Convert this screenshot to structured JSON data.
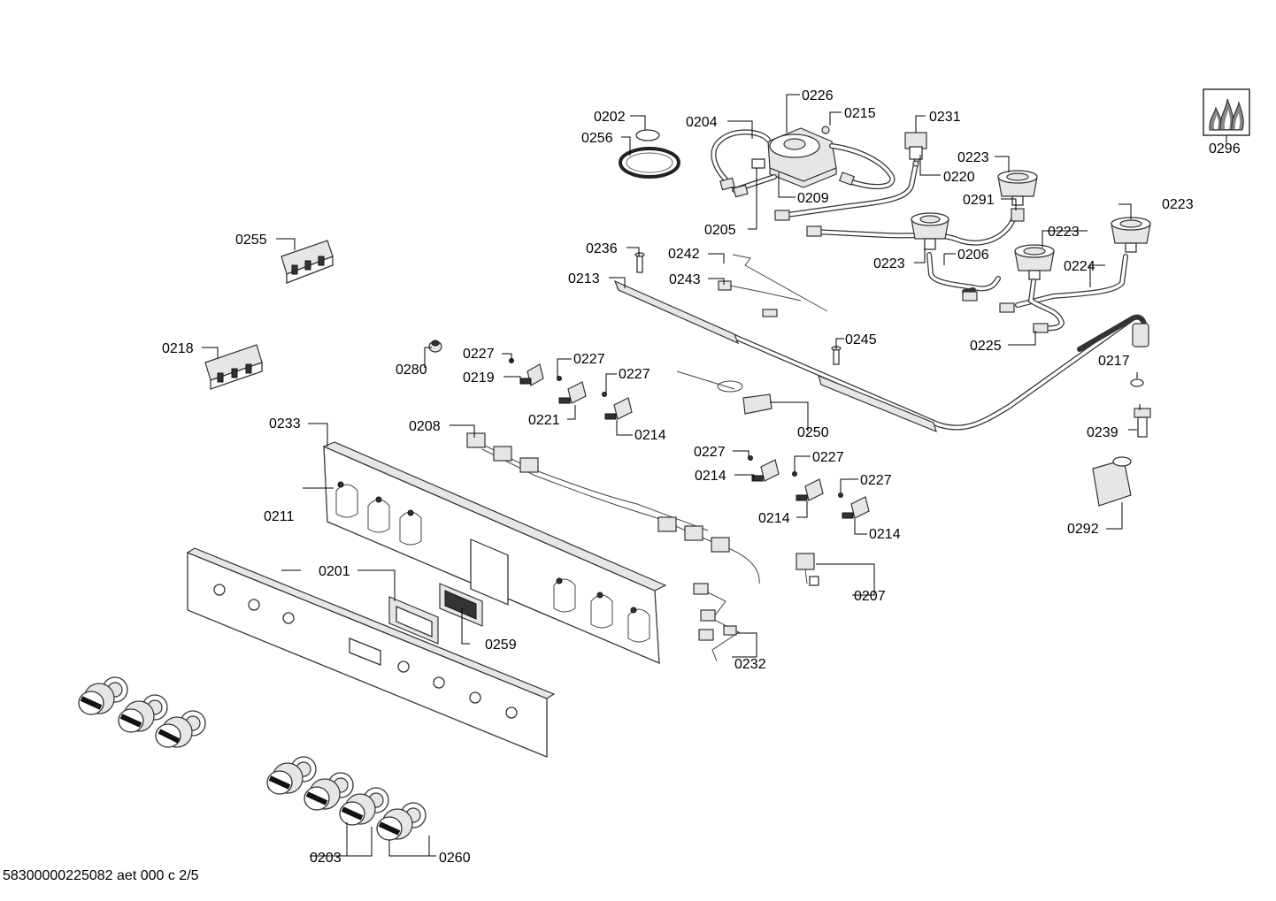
{
  "footer": "58300000225082 aet 000 c 2/5",
  "labels": {
    "l0202": "0202",
    "l0256": "0256",
    "l0204": "0204",
    "l0226": "0226",
    "l0215": "0215",
    "l0231": "0231",
    "l0296": "0296",
    "l0223a": "0223",
    "l0220": "0220",
    "l0291": "0291",
    "l0223b": "0223",
    "l0223c": "0223",
    "l0209": "0209",
    "l0205": "0205",
    "l0255": "0255",
    "l0236": "0236",
    "l0242": "0242",
    "l0243": "0243",
    "l0213": "0213",
    "l0223d": "0223",
    "l0206": "0206",
    "l0224": "0224",
    "l0225": "0225",
    "l0245": "0245",
    "l0218": "0218",
    "l0280": "0280",
    "l0227a": "0227",
    "l0219": "0219",
    "l0227b": "0227",
    "l0227c": "0227",
    "l0221": "0221",
    "l0214a": "0214",
    "l0250": "0250",
    "l0217": "0217",
    "l0239": "0239",
    "l0233": "0233",
    "l0208": "0208",
    "l0227d": "0227",
    "l0227e": "0227",
    "l0214b": "0214",
    "l0227f": "0227",
    "l0211": "0211",
    "l0214c": "0214",
    "l0214d": "0214",
    "l0292": "0292",
    "l0201": "0201",
    "l0207": "0207",
    "l0259": "0259",
    "l0232": "0232",
    "l0203": "0203",
    "l0260": "0260"
  }
}
